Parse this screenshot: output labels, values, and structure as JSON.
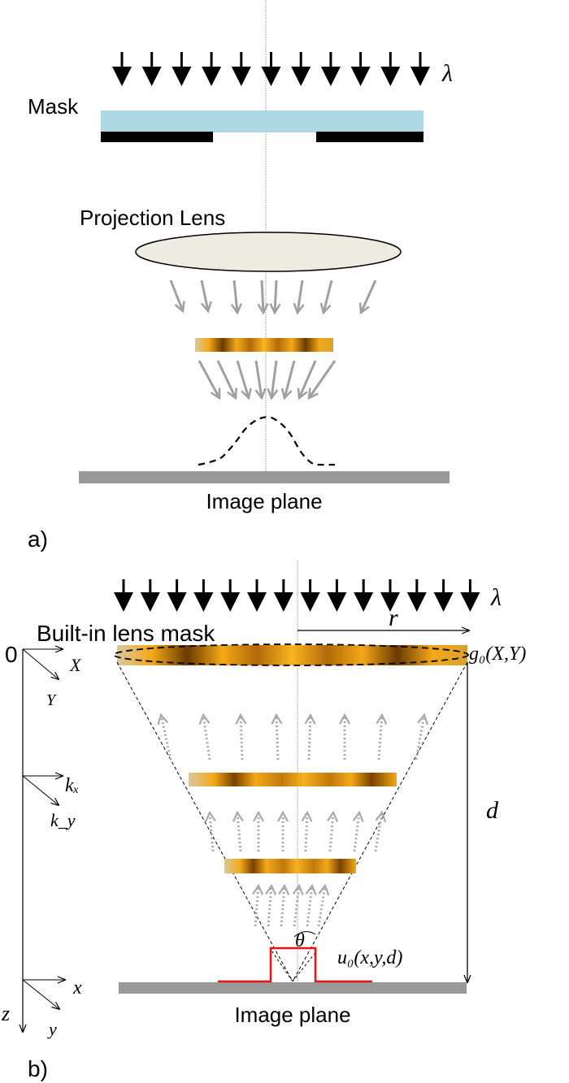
{
  "panel_a": {
    "label": "a)",
    "wavelength_symbol": "λ",
    "mask_label": "Mask",
    "lens_label": "Projection Lens",
    "image_plane_label": "Image plane"
  },
  "panel_b": {
    "label": "b)",
    "wavelength_symbol": "λ",
    "mask_label": "Built-in lens mask",
    "image_plane_label": "Image plane",
    "origin_label": "0",
    "radius_symbol": "r",
    "distance_symbol": "d",
    "angle_symbol": "θ",
    "mask_field_label": "g₀(X,Y)",
    "image_field_label": "u₀(x,y,d)",
    "axes": {
      "X": "X",
      "Y": "Y",
      "kx": "kₓ",
      "ky": "k_y",
      "x": "x",
      "y": "y",
      "z": "z"
    }
  },
  "colors": {
    "mask_glass": "#add8e6",
    "mask_opaque": "#000000",
    "lens_fill": "#eeebe0",
    "ray_gray": "#a0a0a0",
    "image_plane": "#999999",
    "pulse_red": "#ee1111",
    "lens_gold": "#f0a010",
    "lens_dark": "#6a3a00"
  }
}
